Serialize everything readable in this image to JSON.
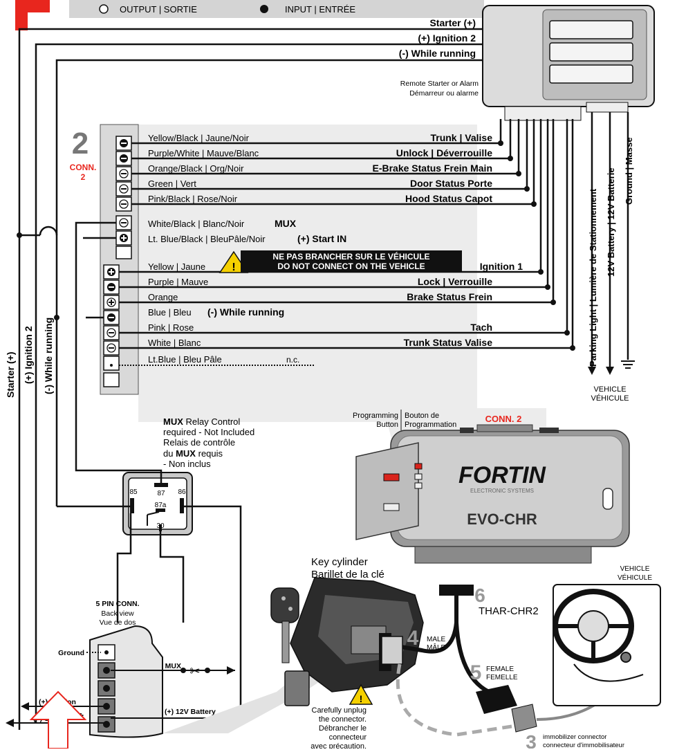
{
  "legend": {
    "output": "OUTPUT | SORTIE",
    "input": "INPUT | ENTRÉE"
  },
  "remote": {
    "starter": "Starter (+)",
    "ign2": "(+) Ignition 2",
    "while_running": "(-) While running",
    "label_en": "Remote Starter or Alarm",
    "label_fr": "Démarreur ou alarme"
  },
  "left_vertical": {
    "starter": "Starter (+)",
    "ign2": "(+) Ignition 2",
    "while_running": "(-) While running"
  },
  "conn2": {
    "number": "2",
    "label1": "CONN.",
    "label2": "2"
  },
  "wires": [
    {
      "color": "Yellow/Black | Jaune/Noir",
      "function": "Trunk | Valise"
    },
    {
      "color": "Purple/White | Mauve/Blanc",
      "function": "Unlock | Déverrouille"
    },
    {
      "color": "Orange/Black | Org/Noir",
      "function": "E-Brake Status Frein Main"
    },
    {
      "color": "Green | Vert",
      "function": "Door Status Porte"
    },
    {
      "color": "Pink/Black | Rose/Noir",
      "function": "Hood Status Capot"
    },
    {
      "color": "White/Black | Blanc/Noir",
      "function": "MUX"
    },
    {
      "color": "Lt. Blue/Black | BleuPâle/Noir",
      "function": "(+) Start IN"
    },
    {
      "color": "Yellow | Jaune",
      "function": "Ignition 1"
    },
    {
      "color": "Purple | Mauve",
      "function": "Lock | Verrouille"
    },
    {
      "color": "Orange",
      "function": "Brake Status Frein"
    },
    {
      "color": "Blue | Bleu",
      "function": "(-) While running"
    },
    {
      "color": "Pink | Rose",
      "function": "Tach"
    },
    {
      "color": "White | Blanc",
      "function": "Trunk Status Valise"
    },
    {
      "color": "Lt.Blue | Bleu Pâle",
      "function": "n.c."
    }
  ],
  "warning": {
    "line1": "NE PAS BRANCHER SUR LE VÉHICULE",
    "line2": "DO NOT CONNECT ON THE VEHICLE"
  },
  "vertical_right": {
    "parking": "Parking Light | Lumière de Stationnement",
    "battery": "12V Battery | 12V Batterie",
    "ground": "Ground | Masse"
  },
  "vehicle_right": {
    "en": "VEHICLE",
    "fr": "VÉHICULE"
  },
  "programming": {
    "en1": "Programming",
    "en2": "Button",
    "fr1": "Bouton de",
    "fr2": "Programmation"
  },
  "module": {
    "conn": "CONN. 2",
    "brand": "FORTIN",
    "brand_sub": "ELECTRONIC SYSTEMS",
    "model": "EVO-CHR"
  },
  "relay": {
    "title1_bold": "MUX",
    "title1_rest": "Relay Control",
    "line2": "required - Not Included",
    "line3": "Relais de contrôle",
    "line4_pre": "du",
    "line4_bold": "MUX",
    "line4_post": "requis",
    "line5": "- Non inclus",
    "pin87": "87",
    "pin85": "85",
    "pin86": "86",
    "pin87a": "87a",
    "pin30": "30"
  },
  "key_cylinder": {
    "en": "Key cylinder",
    "fr": "Barillet de la clé"
  },
  "five_pin": {
    "title": "5 PIN CONN.",
    "sub1": "Back view",
    "sub2": "Vue de dos",
    "ground": "Ground",
    "mux": "MUX",
    "ignition": "(+) Ignition",
    "starter": "(+) Starter",
    "asterisk": "*",
    "battery": "(+) 12V Battery"
  },
  "harness": {
    "num6": "6",
    "name": "THAR-CHR2",
    "num4": "4",
    "male_en": "MALE",
    "male_fr": "MÂLE",
    "num5": "5",
    "female_en": "FEMALE",
    "female_fr": "FEMELLE",
    "num3": "3",
    "immo_en": "immobilizer connector",
    "immo_fr": "connecteur d'immobilisateur"
  },
  "vehicle_steering": {
    "en": "VEHICLE",
    "fr": "VÉHICULE"
  },
  "unplug": {
    "l1": "Carefully unplug",
    "l2": "the connector.",
    "l3": "Débrancher le",
    "l4": "connecteur",
    "l5": "avec précaution."
  }
}
